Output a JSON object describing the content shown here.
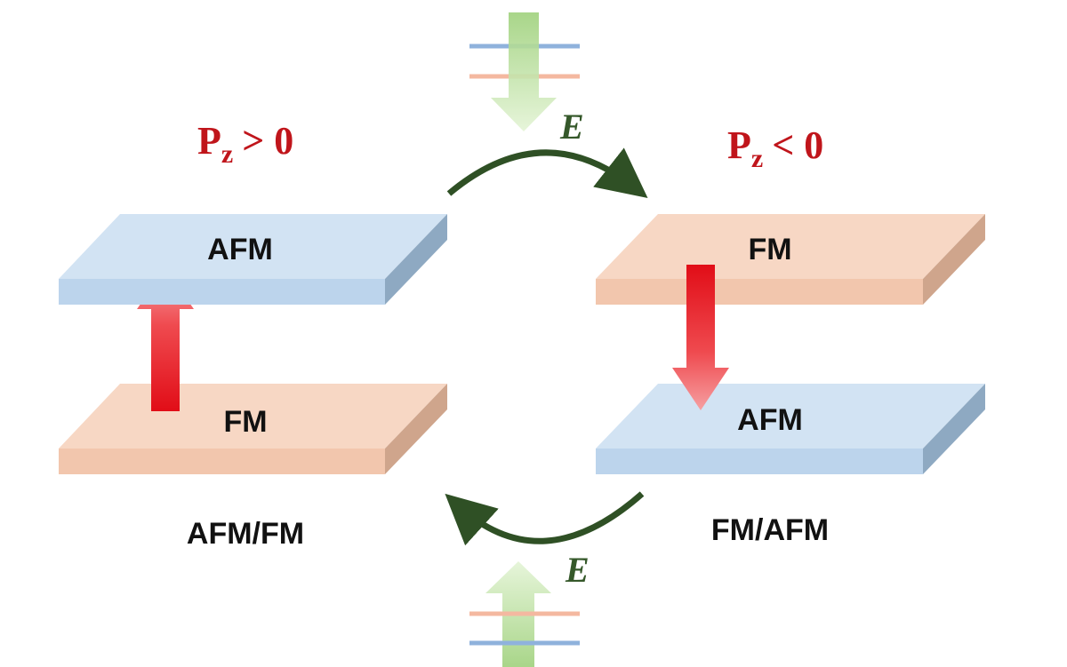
{
  "colors": {
    "afm_top": "#d2e3f3",
    "afm_front": "#bcd4ec",
    "afm_side": "#8ea9c2",
    "fm_top": "#f7d7c4",
    "fm_front": "#f2c6ad",
    "fm_side": "#cfa58c",
    "polarization_text": "#c0151b",
    "field_text": "#35582a",
    "cycle_arrow": "#2f5025",
    "field_arrow": "#a9d98a",
    "plate_line_blue": "#8fb2dc",
    "plate_line_orange": "#f4b8a0",
    "dipole_arrow": "#e8141c"
  },
  "left_state": {
    "polarization": {
      "symbol": "P",
      "subscript": "z",
      "relation": "> 0"
    },
    "top_layer": "AFM",
    "bottom_layer": "FM",
    "caption": "AFM/FM"
  },
  "right_state": {
    "polarization": {
      "symbol": "P",
      "subscript": "z",
      "relation": "< 0"
    },
    "top_layer": "FM",
    "bottom_layer": "AFM",
    "caption": "FM/AFM"
  },
  "field_top": {
    "label": "E"
  },
  "field_bottom": {
    "label": "E"
  }
}
